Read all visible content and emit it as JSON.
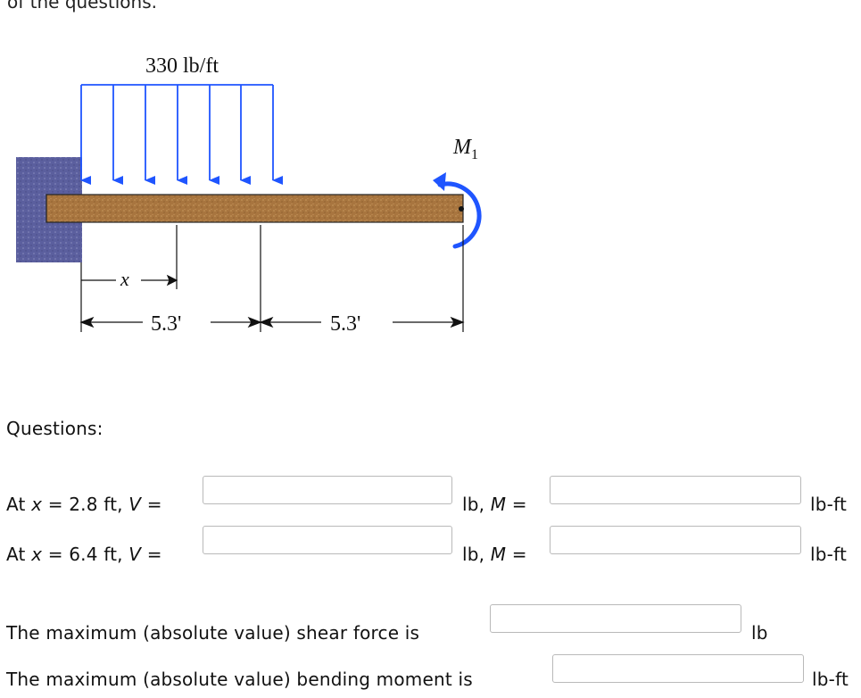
{
  "header_cut_text": "of the questions.",
  "diagram": {
    "load_label": "330 lb/ft",
    "moment_label_main": "M",
    "moment_label_sub": "1",
    "x_label": "x",
    "span_left_label": "5.3'",
    "span_right_label": "5.3'",
    "colors": {
      "arrow": "#1f55ff",
      "beam": "#a8753f",
      "wall": "#5b5f9e"
    }
  },
  "questions": {
    "heading": "Questions:",
    "rows": [
      {
        "prefix": "At ",
        "var": "x",
        "eq": " = 2.8 ft, ",
        "v_var": "V",
        "v_eq": " =",
        "unit_mid_prefix": "lb, ",
        "m_var": "M",
        "m_eq": " =",
        "unit_end": "lb-ft",
        "v_value": "",
        "m_value": ""
      },
      {
        "prefix": "At ",
        "var": "x",
        "eq": " = 6.4 ft, ",
        "v_var": "V",
        "v_eq": " =",
        "unit_mid_prefix": "lb, ",
        "m_var": "M",
        "m_eq": " =",
        "unit_end": "lb-ft",
        "v_value": "",
        "m_value": ""
      }
    ],
    "max_shear_label": "The maximum (absolute value) shear force is",
    "max_shear_unit": "lb",
    "max_shear_value": "",
    "max_moment_label": "The maximum (absolute value) bending moment is",
    "max_moment_unit": "lb-ft",
    "max_moment_value": ""
  }
}
